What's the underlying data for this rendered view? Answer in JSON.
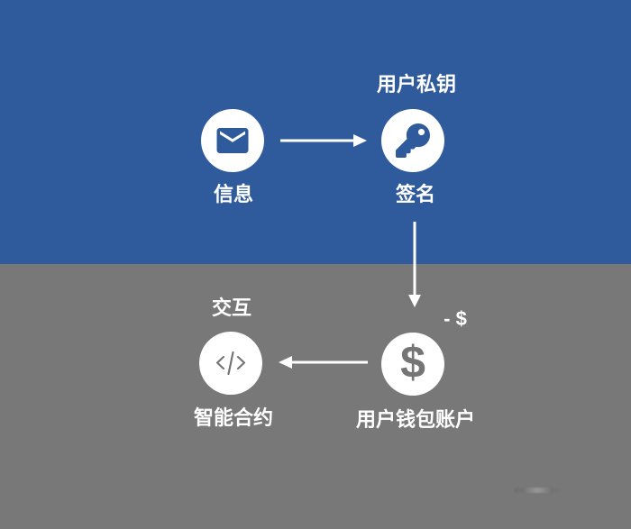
{
  "palette": {
    "top_bg": "#2F5B9C",
    "bottom_bg": "#787878",
    "node_fill": "#FFFFFF",
    "top_glyph": "#2F5B9C",
    "bottom_glyph": "#757575",
    "text": "#FFFFFF"
  },
  "nodes": {
    "message": {
      "label": "信息",
      "icon": "envelope-icon"
    },
    "signature": {
      "title": "用户私钥",
      "label": "签名",
      "icon": "key-icon"
    },
    "wallet": {
      "annotation": "- $",
      "symbol": "$",
      "label": "用户钱包账户",
      "icon": "dollar-icon"
    },
    "contract": {
      "title": "交互",
      "symbol": "</>",
      "label": "智能合约",
      "icon": "code-icon"
    }
  },
  "flow": {
    "arrow_1": "message-to-signature",
    "arrow_2": "signature-to-wallet",
    "arrow_3": "wallet-to-contract"
  }
}
